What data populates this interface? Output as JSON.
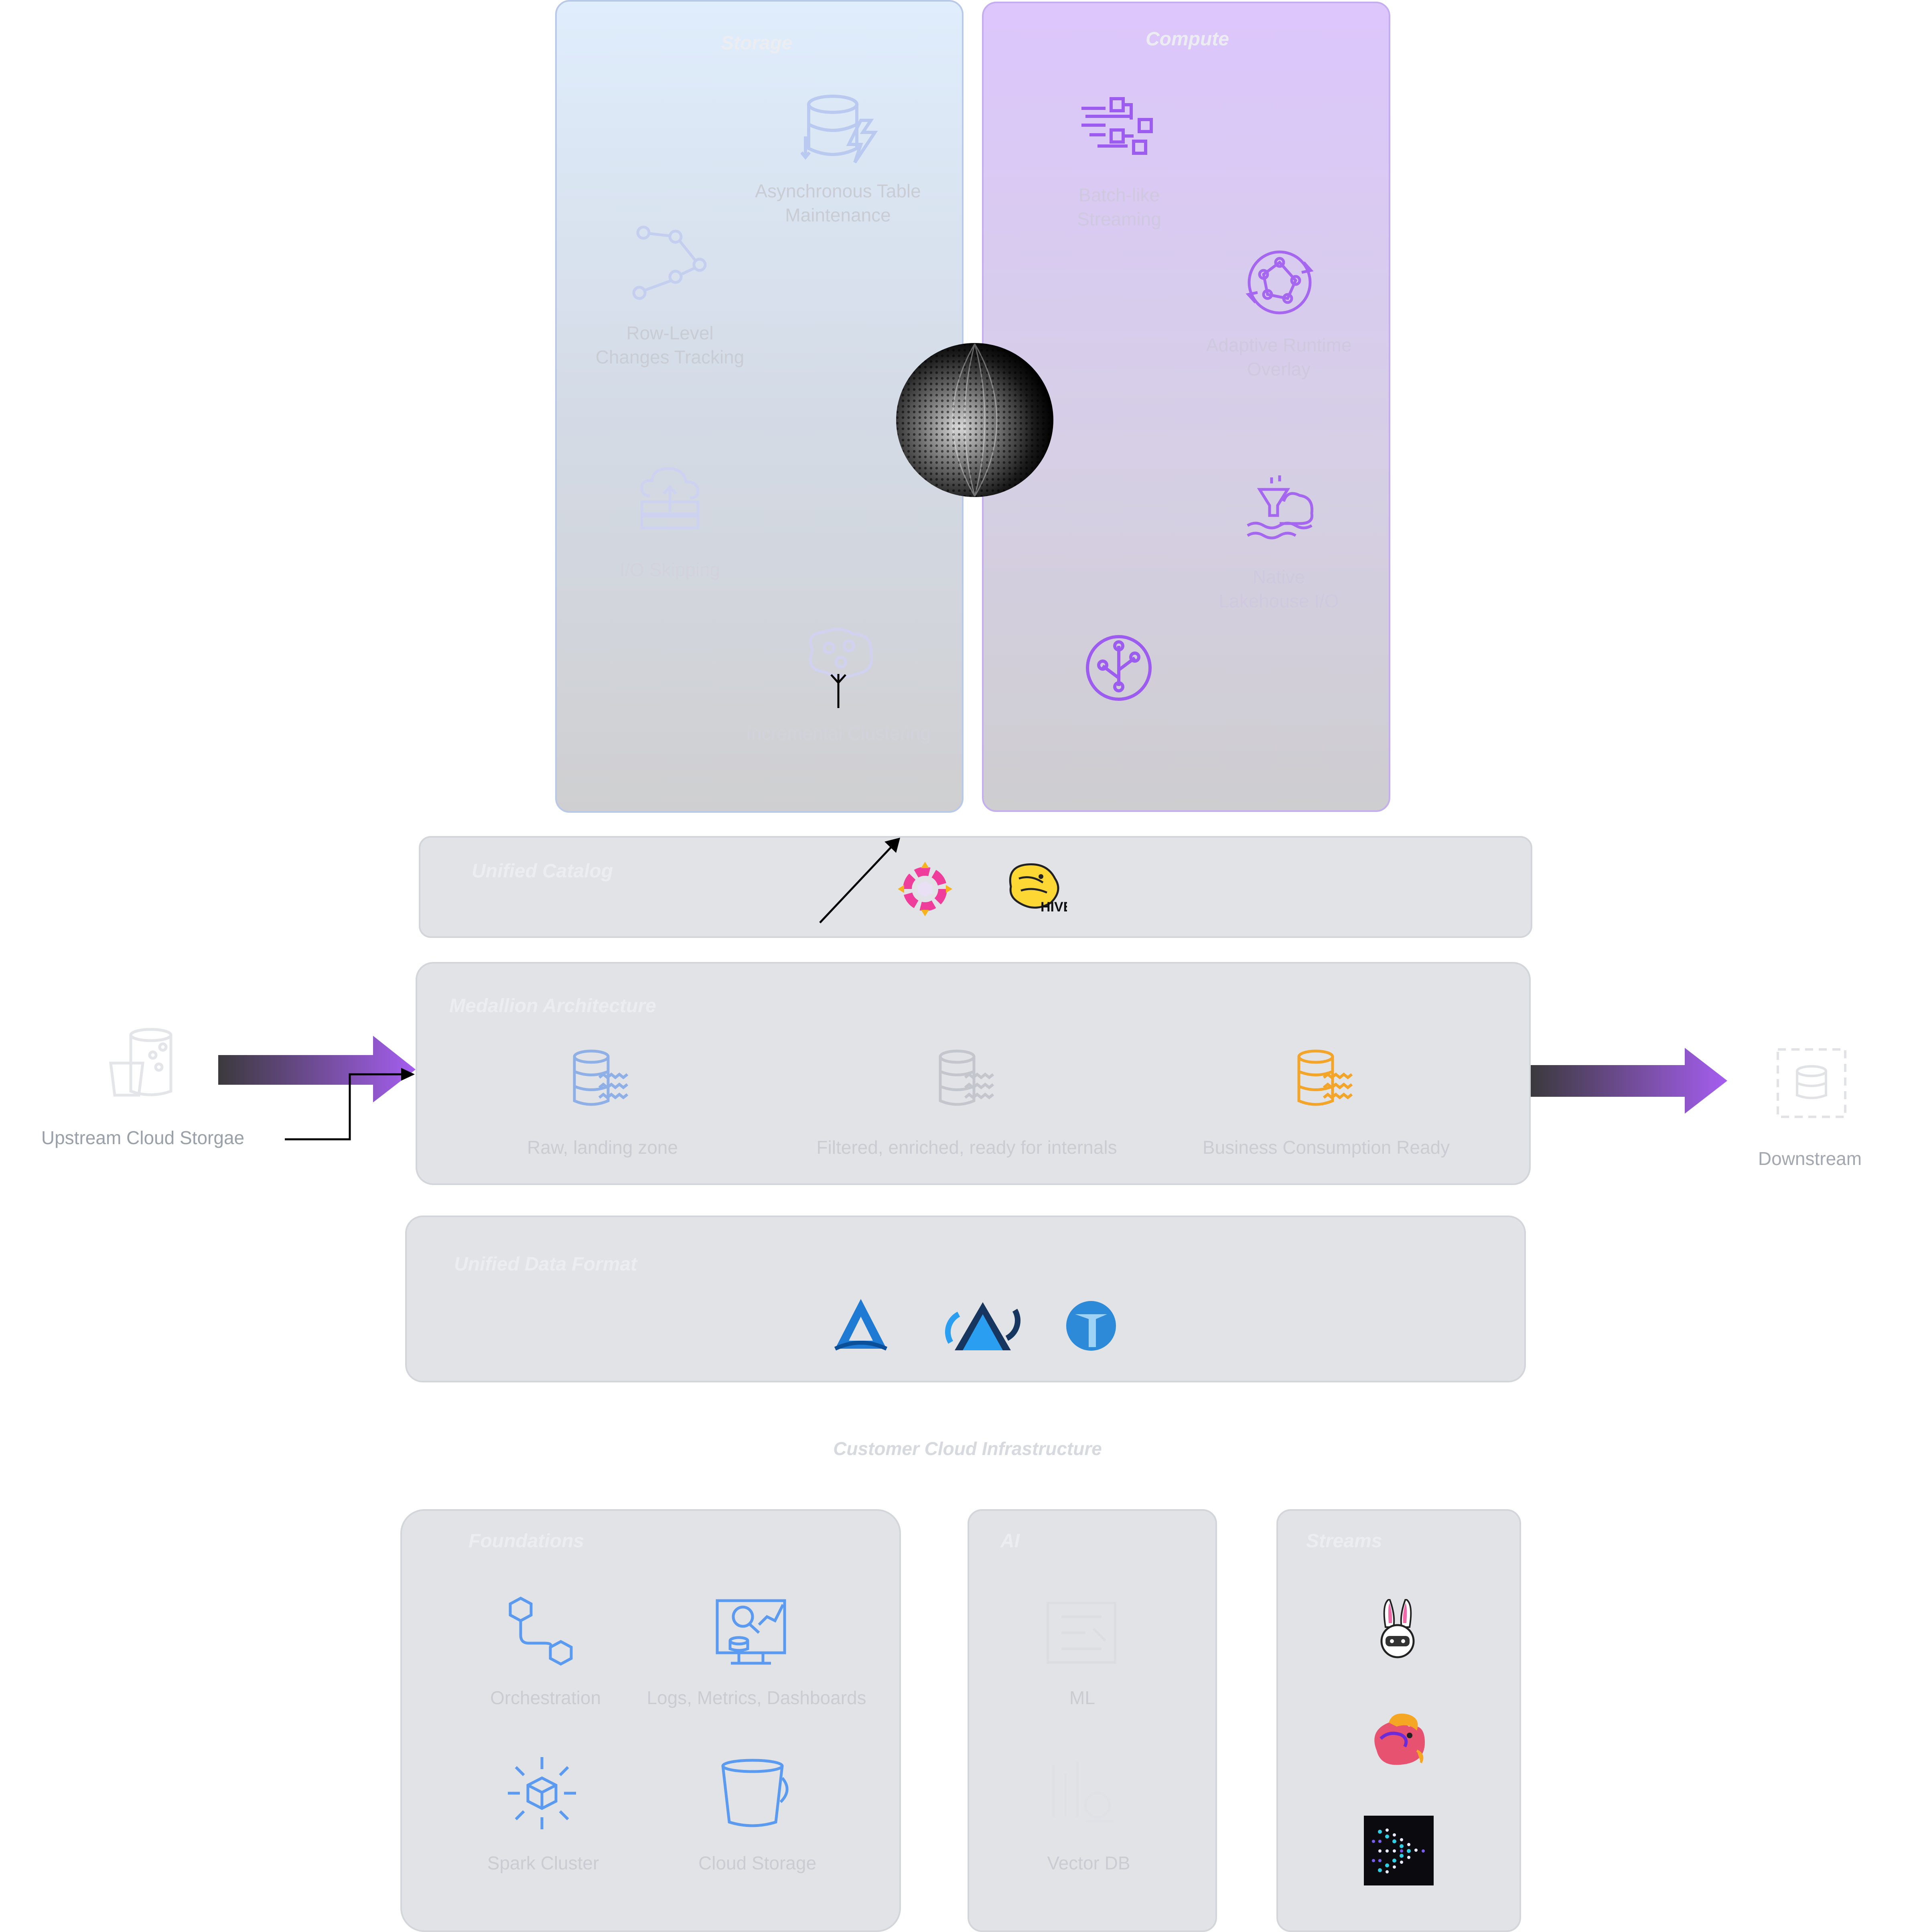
{
  "storage": {
    "title": "Storage",
    "items": [
      {
        "label": "Asynchronous Table Maintenance",
        "line1": "Asynchronous Table",
        "line2": "Maintenance",
        "icon": "database-lightning-icon"
      },
      {
        "label": "Row-Level Changes Tracking",
        "line1": "Row-Level",
        "line2": "Changes Tracking",
        "icon": "graph-nodes-icon"
      },
      {
        "label": "I/O Skipping",
        "line1": "I/O Skipping",
        "icon": "cloud-server-icon"
      },
      {
        "label": "Incremental Clustering",
        "line1": "Incremental Clustering",
        "icon": "cluster-brain-icon"
      }
    ]
  },
  "compute": {
    "title": "Compute",
    "items": [
      {
        "label": "Batch-like Streaming",
        "line1": "Batch-like",
        "line2": "Streaming",
        "icon": "stream-blocks-icon"
      },
      {
        "label": "Adaptive Runtime Overlay",
        "line1": "Adaptive Runtime",
        "line2": "Overlay",
        "icon": "adaptive-cycle-icon"
      },
      {
        "label": "Native Lakehouse I/O",
        "line1": "Native",
        "line2": "Lakehouse I/O",
        "icon": "lake-funnel-icon"
      },
      {
        "label": "",
        "icon": "branch-circle-icon"
      }
    ]
  },
  "catalog": {
    "title": "Unified Catalog",
    "icons": [
      "polaris-logo-icon",
      "hive-logo-icon"
    ],
    "hive_text": "HIVE"
  },
  "medallion": {
    "title": "Medallion Architecture",
    "tiers": [
      {
        "label": "Raw, landing zone",
        "color": "#8fb0e6"
      },
      {
        "label": "Filtered, enriched, ready for internals",
        "color": "#bfc3c9"
      },
      {
        "label": "Business Consumption Ready",
        "color": "#f3a52a"
      }
    ]
  },
  "format": {
    "title": "Unified Data Format",
    "icons": [
      "delta-lake-logo-icon",
      "delta-sync-logo-icon",
      "iceberg-logo-icon"
    ]
  },
  "upstream": {
    "label": "Upstream Cloud Storgae"
  },
  "downstream": {
    "label": "Downstream"
  },
  "infrastructure": {
    "title": "Customer Cloud Infrastructure"
  },
  "foundations": {
    "title": "Foundations",
    "items": [
      {
        "label": "Orchestration",
        "icon": "workflow-icon"
      },
      {
        "label": "Logs, Metrics, Dashboards",
        "icon": "monitoring-icon"
      },
      {
        "label": "Spark Cluster",
        "icon": "cube-burst-icon"
      },
      {
        "label": "Cloud Storage",
        "icon": "bucket-icon"
      }
    ]
  },
  "ai": {
    "title": "AI",
    "items": [
      {
        "label": "ML",
        "icon": "ml-board-icon"
      },
      {
        "label": "Vector DB",
        "icon": "vector-db-icon"
      }
    ]
  },
  "streaming": {
    "title": "Streams",
    "icons": [
      "rabbit-mascot-icon",
      "flink-squirrel-icon",
      "dotted-arrow-logo-icon"
    ]
  },
  "colors": {
    "accent_purple": "#a55ef0",
    "compute_icon": "#9d5cf0",
    "azure_blue": "#1f7ad4"
  }
}
